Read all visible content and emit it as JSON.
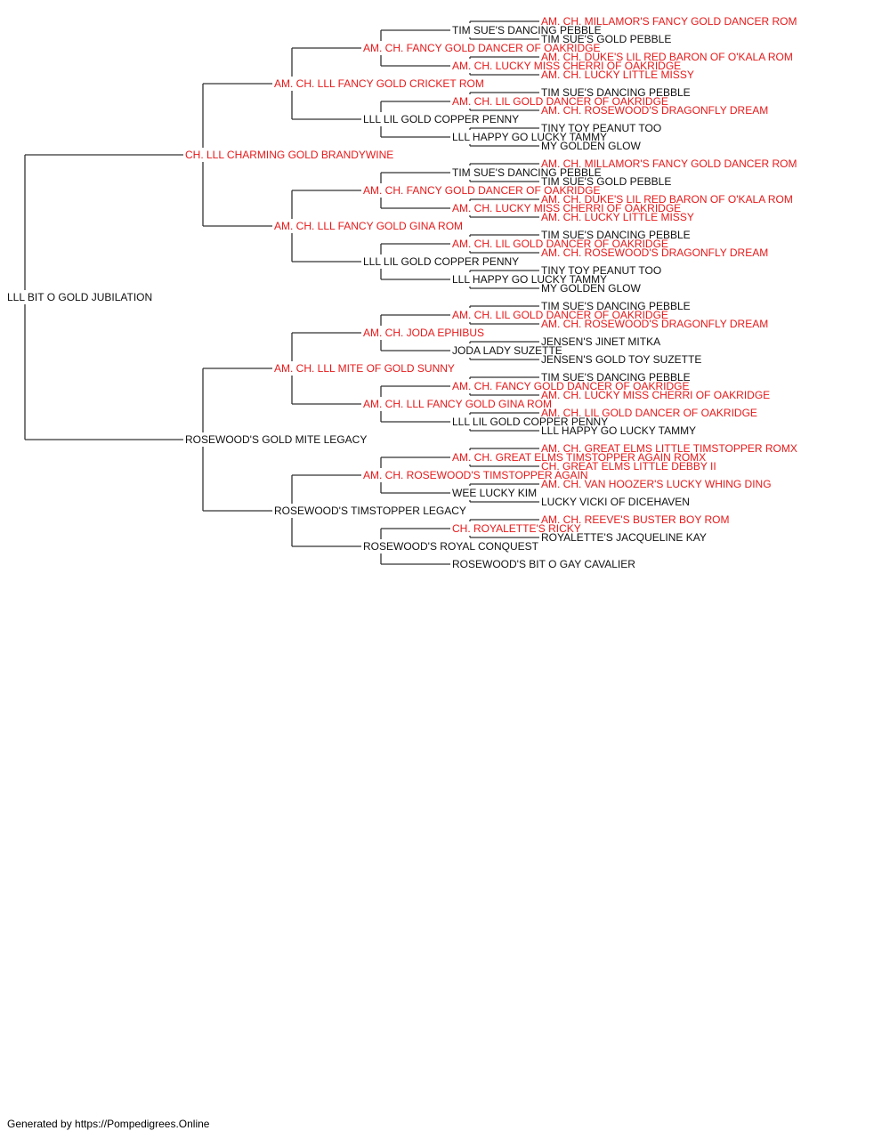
{
  "colors": {
    "champion": "#e8191a",
    "normal": "#111111",
    "connector": "#333333"
  },
  "footer": "Generated by https://Pompedigrees.Online",
  "pedigree": {
    "name": "LLL BIT O GOLD JUBILATION",
    "champion": false,
    "sire": {
      "name": "CH. LLL CHARMING GOLD BRANDYWINE",
      "champion": true,
      "sire": {
        "name": "AM. CH. LLL FANCY GOLD CRICKET ROM",
        "champion": true,
        "sire": {
          "name": "AM. CH. FANCY GOLD DANCER OF OAKRIDGE",
          "champion": true,
          "sire": {
            "name": "TIM SUE'S DANCING PEBBLE",
            "champion": false,
            "sire": {
              "name": "AM. CH. MILLAMOR'S FANCY GOLD DANCER ROM",
              "champion": true
            },
            "dam": {
              "name": "TIM SUE'S GOLD PEBBLE",
              "champion": false
            }
          },
          "dam": {
            "name": "AM. CH. LUCKY MISS CHERRI OF OAKRIDGE",
            "champion": true,
            "sire": {
              "name": "AM. CH. DUKE'S LIL RED BARON OF O'KALA ROM",
              "champion": true
            },
            "dam": {
              "name": "AM. CH. LUCKY LITTLE MISSY",
              "champion": true
            }
          }
        },
        "dam": {
          "name": "LLL LIL GOLD COPPER PENNY",
          "champion": false,
          "sire": {
            "name": "AM. CH. LIL GOLD DANCER OF OAKRIDGE",
            "champion": true,
            "sire": {
              "name": "TIM SUE'S DANCING PEBBLE",
              "champion": false
            },
            "dam": {
              "name": "AM. CH. ROSEWOOD'S DRAGONFLY DREAM",
              "champion": true
            }
          },
          "dam": {
            "name": "LLL HAPPY GO LUCKY TAMMY",
            "champion": false,
            "sire": {
              "name": "TINY TOY PEANUT TOO",
              "champion": false
            },
            "dam": {
              "name": "MY GOLDEN GLOW",
              "champion": false
            }
          }
        }
      },
      "dam": {
        "name": "AM. CH. LLL FANCY GOLD GINA ROM",
        "champion": true,
        "sire": {
          "name": "AM. CH. FANCY GOLD DANCER OF OAKRIDGE",
          "champion": true,
          "sire": {
            "name": "TIM SUE'S DANCING PEBBLE",
            "champion": false,
            "sire": {
              "name": "AM. CH. MILLAMOR'S FANCY GOLD DANCER ROM",
              "champion": true
            },
            "dam": {
              "name": "TIM SUE'S GOLD PEBBLE",
              "champion": false
            }
          },
          "dam": {
            "name": "AM. CH. LUCKY MISS CHERRI OF OAKRIDGE",
            "champion": true,
            "sire": {
              "name": "AM. CH. DUKE'S LIL RED BARON OF O'KALA ROM",
              "champion": true
            },
            "dam": {
              "name": "AM. CH. LUCKY LITTLE MISSY",
              "champion": true
            }
          }
        },
        "dam": {
          "name": "LLL LIL GOLD COPPER PENNY",
          "champion": false,
          "sire": {
            "name": "AM. CH. LIL GOLD DANCER OF OAKRIDGE",
            "champion": true,
            "sire": {
              "name": "TIM SUE'S DANCING PEBBLE",
              "champion": false
            },
            "dam": {
              "name": "AM. CH. ROSEWOOD'S DRAGONFLY DREAM",
              "champion": true
            }
          },
          "dam": {
            "name": "LLL HAPPY GO LUCKY TAMMY",
            "champion": false,
            "sire": {
              "name": "TINY TOY PEANUT TOO",
              "champion": false
            },
            "dam": {
              "name": "MY GOLDEN GLOW",
              "champion": false
            }
          }
        }
      }
    },
    "dam": {
      "name": "ROSEWOOD'S GOLD MITE LEGACY",
      "champion": false,
      "sire": {
        "name": "AM. CH. LLL MITE OF GOLD SUNNY",
        "champion": true,
        "sire": {
          "name": "AM. CH. JODA EPHIBUS",
          "champion": true,
          "sire": {
            "name": "AM. CH. LIL GOLD DANCER OF OAKRIDGE",
            "champion": true,
            "sire": {
              "name": "TIM SUE'S DANCING PEBBLE",
              "champion": false
            },
            "dam": {
              "name": "AM. CH. ROSEWOOD'S DRAGONFLY DREAM",
              "champion": true
            }
          },
          "dam": {
            "name": "JODA LADY SUZETTE",
            "champion": false,
            "sire": {
              "name": "JENSEN'S JINET MITKA",
              "champion": false
            },
            "dam": {
              "name": "JENSEN'S GOLD TOY SUZETTE",
              "champion": false
            }
          }
        },
        "dam": {
          "name": "AM. CH. LLL FANCY GOLD GINA ROM",
          "champion": true,
          "sire": {
            "name": "AM. CH. FANCY GOLD DANCER OF OAKRIDGE",
            "champion": true,
            "sire": {
              "name": "TIM SUE'S DANCING PEBBLE",
              "champion": false
            },
            "dam": {
              "name": "AM. CH. LUCKY MISS CHERRI OF OAKRIDGE",
              "champion": true
            }
          },
          "dam": {
            "name": "LLL LIL GOLD COPPER PENNY",
            "champion": false,
            "sire": {
              "name": "AM. CH. LIL GOLD DANCER OF OAKRIDGE",
              "champion": true
            },
            "dam": {
              "name": "LLL HAPPY GO LUCKY TAMMY",
              "champion": false
            }
          }
        }
      },
      "dam": {
        "name": "ROSEWOOD'S TIMSTOPPER LEGACY",
        "champion": false,
        "sire": {
          "name": "AM. CH. ROSEWOOD'S TIMSTOPPER AGAIN",
          "champion": true,
          "sire": {
            "name": "AM. CH. GREAT ELMS TIMSTOPPER AGAIN ROMX",
            "champion": true,
            "sire": {
              "name": "AM. CH. GREAT ELMS LITTLE TIMSTOPPER ROMX",
              "champion": true
            },
            "dam": {
              "name": "CH. GREAT ELMS LITTLE DEBBY II",
              "champion": true
            }
          },
          "dam": {
            "name": "WEE LUCKY KIM",
            "champion": false,
            "sire": {
              "name": "AM. CH. VAN HOOZER'S LUCKY WHING DING",
              "champion": true
            },
            "dam": {
              "name": "LUCKY VICKI OF DICEHAVEN",
              "champion": false
            }
          }
        },
        "dam": {
          "name": "ROSEWOOD'S ROYAL CONQUEST",
          "champion": false,
          "sire": {
            "name": "CH. ROYALETTE'S RICKY",
            "champion": true,
            "sire": {
              "name": "AM. CH. REEVE'S BUSTER BOY ROM",
              "champion": true
            },
            "dam": {
              "name": "ROYALETTE'S JACQUELINE KAY",
              "champion": false
            }
          },
          "dam": {
            "name": "ROSEWOOD'S BIT O GAY CAVALIER",
            "champion": false
          }
        }
      }
    }
  }
}
